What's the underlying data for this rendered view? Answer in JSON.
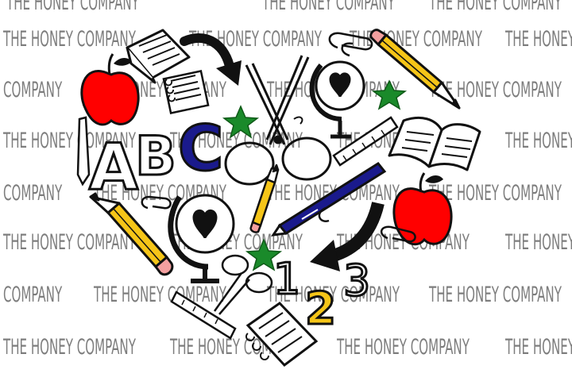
{
  "watermark": {
    "text_full": "THE HONEY COMPANY",
    "text_the_honey": "THE HONEY",
    "text_company": "COMPANY",
    "color": "#7d7d7d"
  },
  "artwork": {
    "letters": [
      "A",
      "B",
      "C"
    ],
    "numbers": [
      "1",
      "2",
      "3"
    ],
    "colors": {
      "apple_red": "#ff0000",
      "pencil_yellow": "#f5c518",
      "pencil_pink": "#f4a0a0",
      "star_green": "#1a8a2a",
      "letter_navy": "#1a1a8c",
      "number_gold": "#f5c518",
      "ink": "#111111"
    },
    "icons": [
      "book-icon",
      "arrow-icon",
      "paperclip-icon",
      "pencil-icon",
      "apple-icon",
      "notebook-icon",
      "star-icon",
      "scissors-icon",
      "globe-icon",
      "ruler-icon",
      "pen-icon",
      "open-book-icon"
    ]
  }
}
